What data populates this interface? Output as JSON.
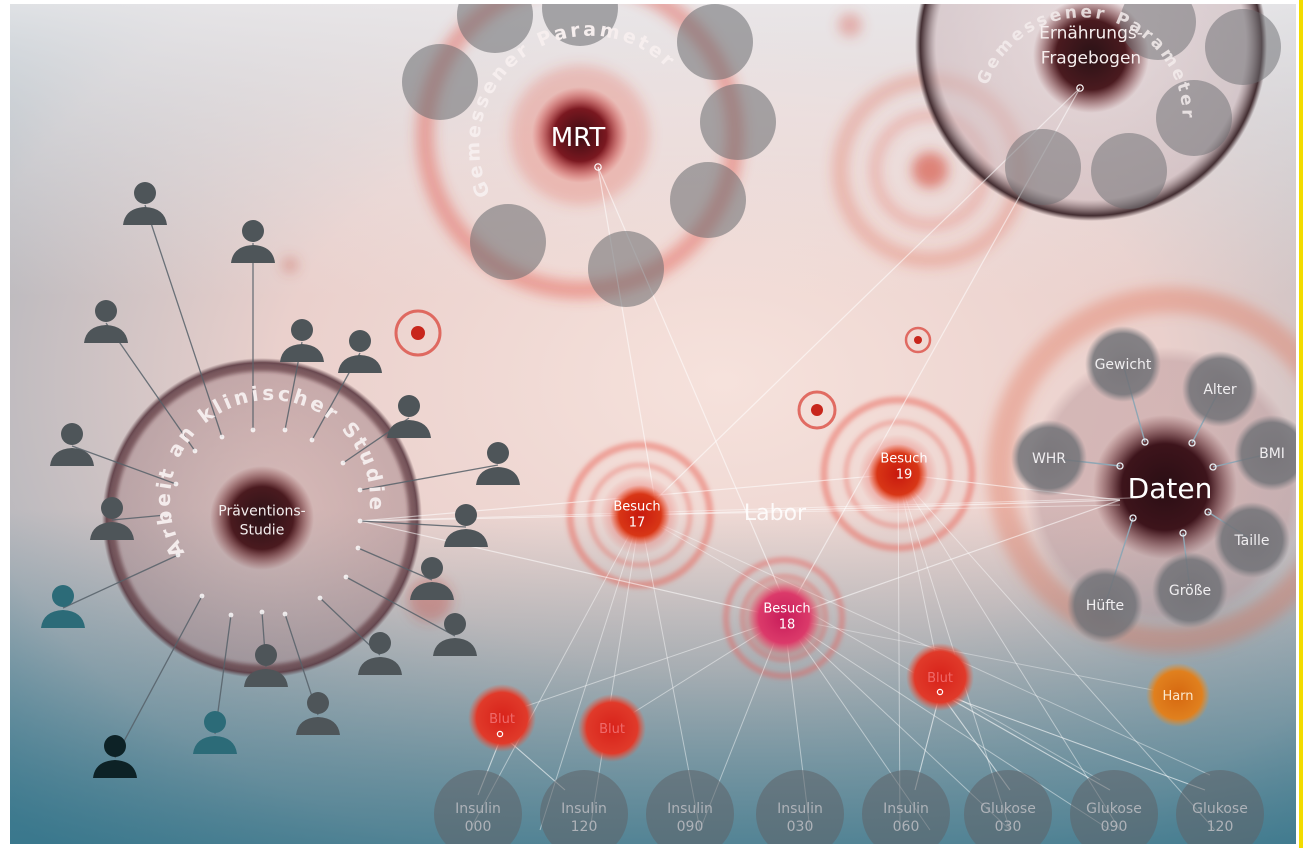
{
  "colors": {
    "accent_red": "#d4322a",
    "besuch18": "#d6325a",
    "person": "#4e5559",
    "person_dark": "#0d2226",
    "person_teal": "#2c6b78",
    "node_grey": "#6e6f73",
    "harn": "#e07a1a",
    "frame_yellow": "#f2dc00"
  },
  "study": {
    "title": "Präventions-\nStudie",
    "ring_text": "Arbeit an klinischer Studie"
  },
  "mrt": {
    "title": "MRT",
    "ring_text": "Gemessener Parameter"
  },
  "survey": {
    "title": "Ernährungs-\nFragebogen",
    "ring_text": "Gemessener Parameter"
  },
  "labor": "Labor",
  "visits": [
    {
      "id": "17",
      "label": "Besuch\n17"
    },
    {
      "id": "18",
      "label": "Besuch\n18"
    },
    {
      "id": "19",
      "label": "Besuch\n19"
    }
  ],
  "daten": {
    "title": "Daten",
    "attributes": [
      "Gewicht",
      "Alter",
      "BMI",
      "Taille",
      "Größe",
      "Hüfte",
      "WHR"
    ]
  },
  "blood_samples": [
    "Blut",
    "Blut",
    "Blut"
  ],
  "urine": "Harn",
  "lab_values": [
    "Insulin\n000",
    "Insulin\n120",
    "Insulin\n090",
    "Insulin\n030",
    "Insulin\n060",
    "Glukose\n030",
    "Glukose\n090",
    "Glukose\n120"
  ]
}
